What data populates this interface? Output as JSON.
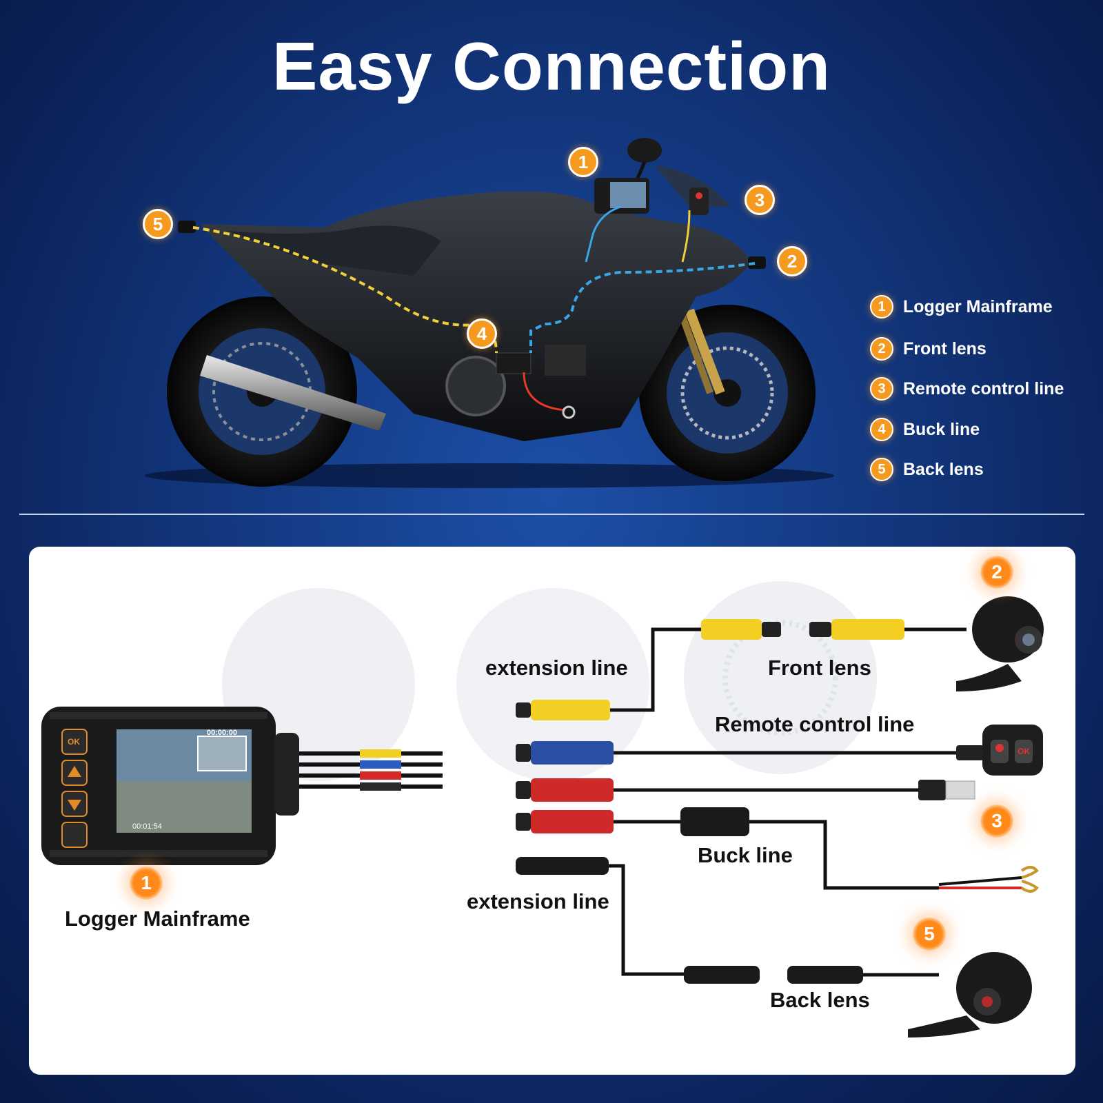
{
  "title": "Easy Connection",
  "colors": {
    "accent": "#f59a1e",
    "background": "#12367c",
    "panel": "#ffffff"
  },
  "callouts": {
    "c1": "1",
    "c2": "2",
    "c3": "3",
    "c4": "4",
    "c5": "5"
  },
  "legend": [
    {
      "num": "1",
      "label": "Logger Mainframe"
    },
    {
      "num": "2",
      "label": "Front lens"
    },
    {
      "num": "3",
      "label": "Remote control line"
    },
    {
      "num": "4",
      "label": "Buck line"
    },
    {
      "num": "5",
      "label": "Back lens"
    }
  ],
  "device_screen": {
    "time_top": "00:00:00",
    "time_bottom": "00:01:54",
    "ok": "OK"
  },
  "remote": {
    "ok": "OK"
  },
  "diagram": {
    "extension_line_top": "extension line",
    "front_lens": "Front lens",
    "remote_control_line": "Remote control line",
    "buck_line": "Buck line",
    "extension_line_bottom": "extension line",
    "back_lens": "Back lens",
    "logger_mainframe": "Logger Mainframe",
    "badge_logger": "1",
    "badge_front": "2",
    "badge_remote": "3",
    "badge_back": "5"
  }
}
